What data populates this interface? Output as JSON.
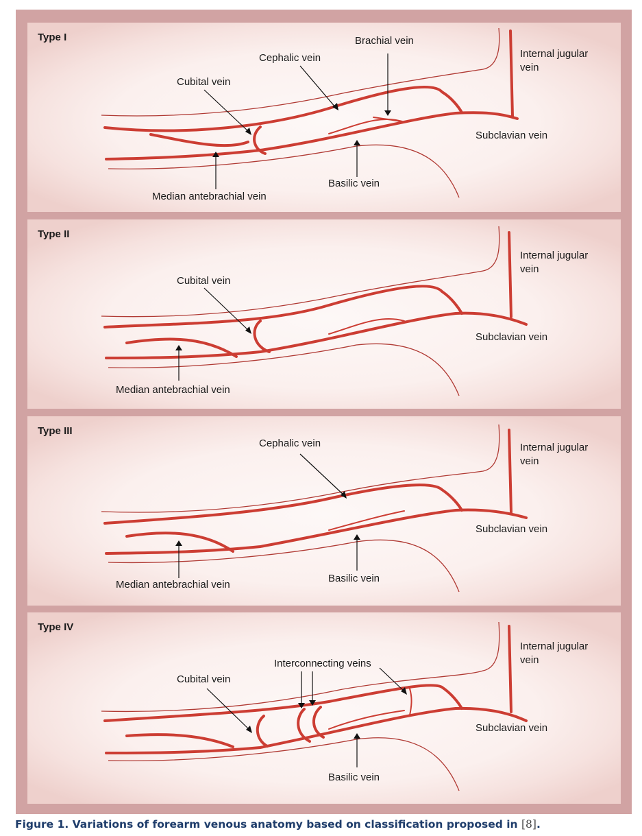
{
  "colors": {
    "frame": "#d1a3a3",
    "vein": "#cc3d33",
    "outline": "#b03a34",
    "caption": "#1f3d6b"
  },
  "panels": [
    {
      "type": "Type I",
      "labels": {
        "brachial": "Brachial vein",
        "cephalic": "Cephalic vein",
        "cubital": "Cubital vein",
        "internal_jugular": "Internal jugular vein",
        "subclavian": "Subclavian vein",
        "basilic": "Basilic vein",
        "median_antebrachial": "Median antebrachial vein"
      }
    },
    {
      "type": "Type II",
      "labels": {
        "cubital": "Cubital vein",
        "internal_jugular": "Internal jugular vein",
        "subclavian": "Subclavian vein",
        "median_antebrachial": "Median antebrachial vein"
      }
    },
    {
      "type": "Type III",
      "labels": {
        "cephalic": "Cephalic vein",
        "internal_jugular": "Internal jugular vein",
        "subclavian": "Subclavian vein",
        "median_antebrachial": "Median antebrachial vein",
        "basilic": "Basilic vein"
      }
    },
    {
      "type": "Type IV",
      "labels": {
        "internal_jugular": "Internal jugular vein",
        "interconnecting": "Interconnecting veins",
        "cubital": "Cubital vein",
        "subclavian": "Subclavian vein",
        "basilic": "Basilic vein"
      }
    }
  ],
  "caption": {
    "text": "Figure 1. Variations of forearm venous anatomy based on classification proposed in",
    "ref": "[8]",
    "end": "."
  }
}
